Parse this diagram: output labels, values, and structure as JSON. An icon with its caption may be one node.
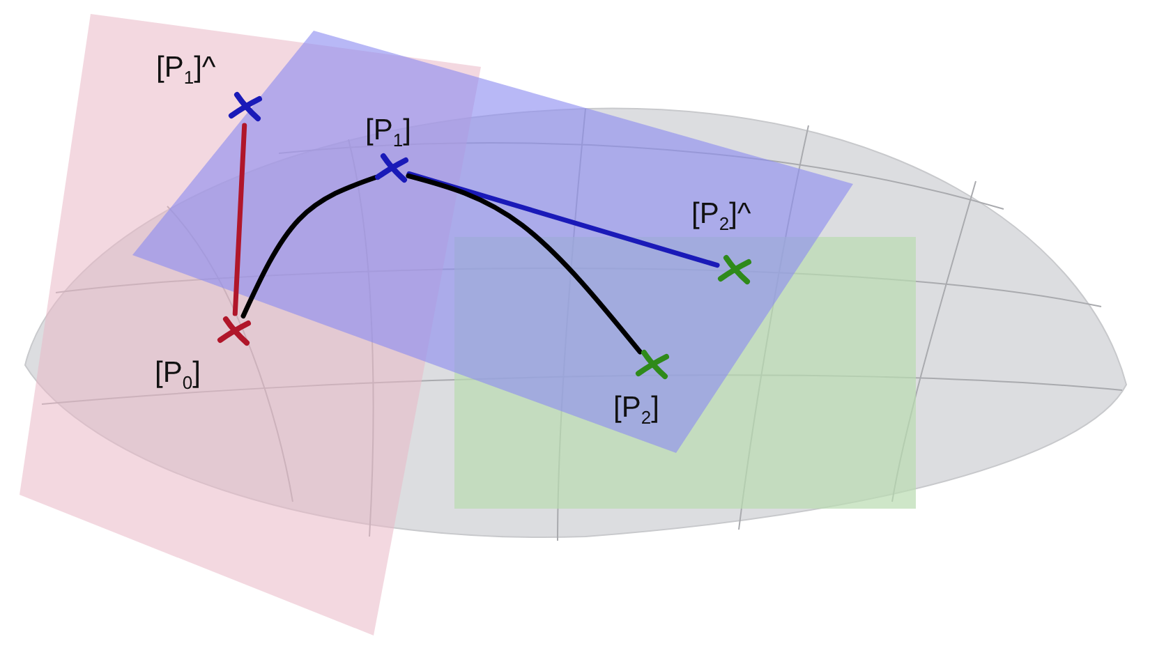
{
  "diagram": {
    "nodes": [
      {
        "text": [],
        "shape": "cross",
        "beside": [
          "[P$_{1}$]^"
        ]
      },
      {
        "text": [],
        "shape": "cross",
        "beside": [
          "[P$_{1}$]"
        ]
      },
      {
        "text": [],
        "shape": "cross",
        "beside": [
          "[P$_{2}$]^"
        ]
      },
      {
        "text": [],
        "shape": "cross",
        "beside": [
          "[P$_{0}$]"
        ]
      },
      {
        "text": [],
        "shape": "cross",
        "beside": [
          "[P$_{2}$]"
        ]
      }
    ],
    "edges": [
      {
        "from": 0,
        "to": 3,
        "arrow": "none",
        "color": "#b0162a"
      },
      {
        "from": 3,
        "to": 1,
        "arrow": "none"
      },
      {
        "from": 1,
        "to": 2,
        "arrow": "none",
        "color": "#1a1ab8"
      },
      {
        "from": 1,
        "to": 4,
        "arrow": "none"
      }
    ]
  }
}
